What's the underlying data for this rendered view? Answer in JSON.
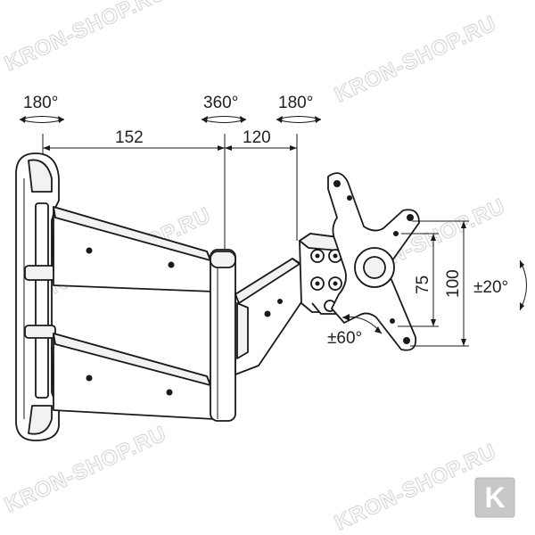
{
  "diagram": {
    "rotation_labels": {
      "wall_pivot": "180°",
      "arm_pivot": "360°",
      "head_pivot": "180°",
      "swivel": "±60°",
      "tilt": "±20°"
    },
    "dimension_labels": {
      "arm_length_1": "152",
      "arm_length_2": "120",
      "vesa_75": "75",
      "vesa_100": "100"
    },
    "watermark": "KRON-SHOP.RU",
    "logo_letter": "K",
    "colors": {
      "line": "#1a1a1a",
      "watermark": "#d6d6d6",
      "logo_bg": "#c8c8c8"
    }
  }
}
